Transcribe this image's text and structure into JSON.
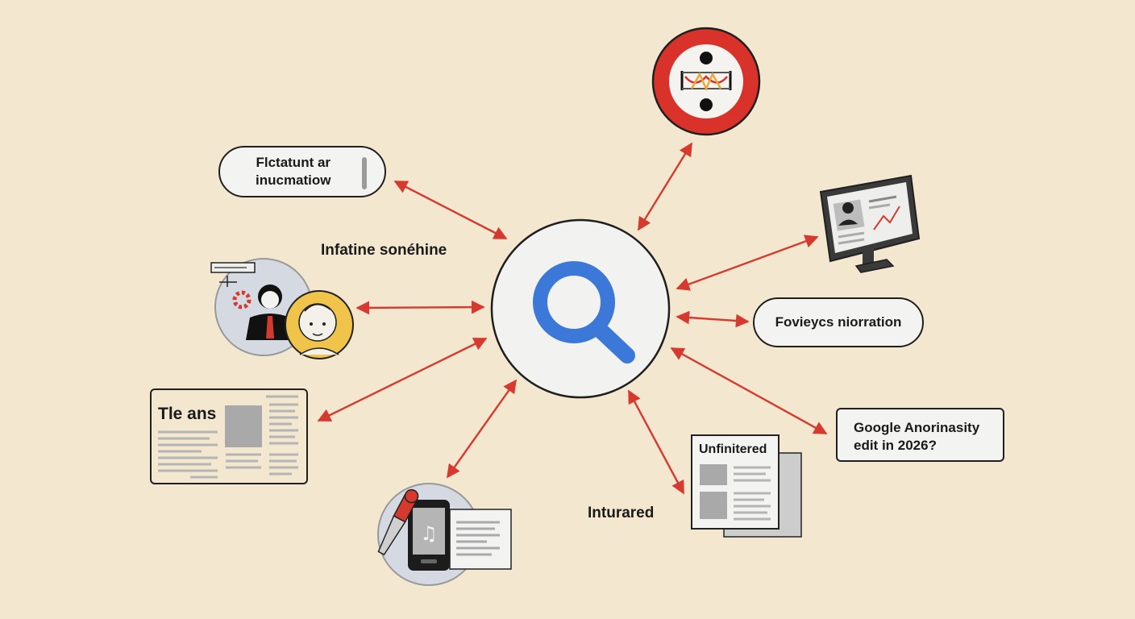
{
  "colors": {
    "background": "#f3e8cf",
    "arrow": "#d63a2f",
    "search_blue": "#3b78d8",
    "no_sign_red": "#d9322a",
    "outline": "#1f1f1f"
  },
  "center": {
    "icon": "search-icon"
  },
  "labels": {
    "top_left_pill_line1": "Flctatunt ar",
    "top_left_pill_line2": "inucmatiow",
    "left_caption": "Infatine sonéhine",
    "newspaper_title": "Tle ans",
    "right_pill": "Foviеycs niorration",
    "right_box_line1": "Google Anorinasity",
    "right_box_line2": "edit in 2026?",
    "document_title": "Unfinitered",
    "bottom_caption": "Inturared"
  },
  "nodes": [
    {
      "id": "restricted-sign",
      "icon": "no-entry-icon"
    },
    {
      "id": "flctatunt-pill",
      "icon": "text-pill"
    },
    {
      "id": "computer-monitor",
      "icon": "monitor-icon"
    },
    {
      "id": "people-group",
      "icon": "people-icon"
    },
    {
      "id": "foviecys-pill",
      "icon": "text-pill"
    },
    {
      "id": "newspaper",
      "icon": "newspaper-icon"
    },
    {
      "id": "google-box",
      "icon": "text-box"
    },
    {
      "id": "phone-document",
      "icon": "phone-music-icon"
    },
    {
      "id": "unfinitered-document",
      "icon": "document-icon"
    }
  ]
}
